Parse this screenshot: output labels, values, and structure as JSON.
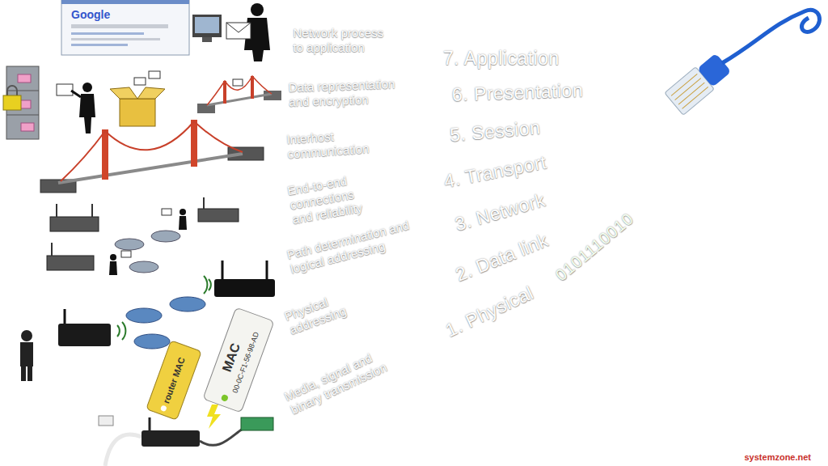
{
  "diagram": {
    "nodes": [
      {
        "text": [
          "Network process to application",
          "7. Application"
        ]
      },
      {
        "text": [
          "Data representation and encryption",
          "6. Presentation"
        ]
      },
      {
        "text": [
          "Interhost communication",
          "5. Session"
        ]
      },
      {
        "text": [
          "End-to-end connections and reliability",
          "4. Transport"
        ]
      },
      {
        "text": [
          "Path determination and logical addressing",
          "3. Network"
        ]
      },
      {
        "text": [
          "Physical addressing",
          "2. Data link"
        ]
      },
      {
        "text": [
          "Media, signal and binary transmission",
          "1. Physical",
          "0101110010"
        ]
      }
    ],
    "labels": [
      "Google",
      "MAC",
      "00-0C-F1-56-98-AD",
      "router MAC",
      "systemzone.net"
    ]
  }
}
